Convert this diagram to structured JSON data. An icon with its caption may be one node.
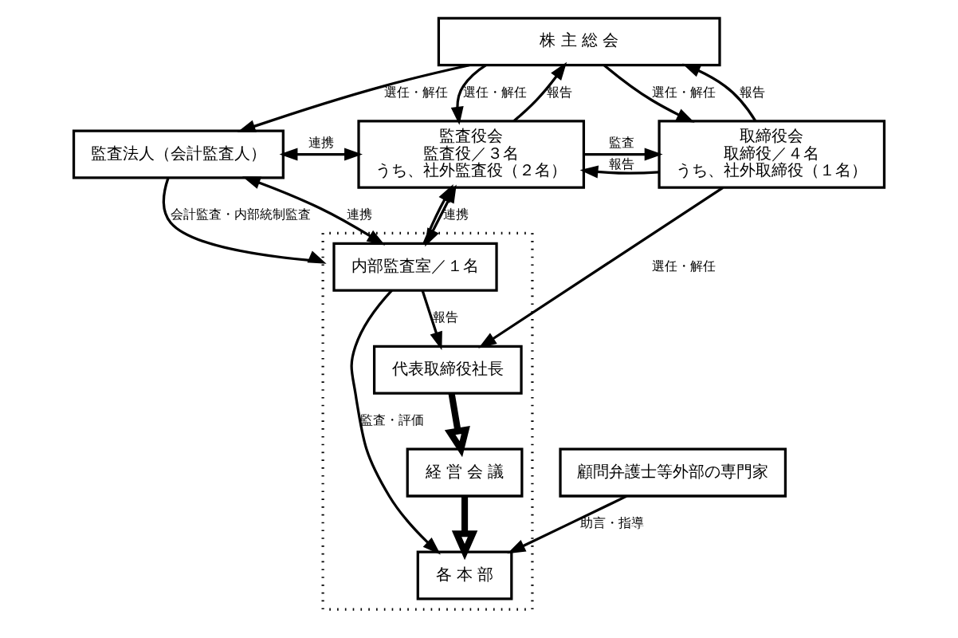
{
  "diagram": {
    "nodes": [
      {
        "text": [
          "株 主 総 会"
        ]
      },
      {
        "text": [
          "監査法人（会計監査人）"
        ]
      },
      {
        "text": [
          "監査役会",
          "監査役／３名",
          "うち、社外監査役（２名）"
        ]
      },
      {
        "text": [
          "取締役会",
          "取締役／４名",
          "うち、社外取締役（１名）"
        ]
      },
      {
        "text": [],
        "shape": "box"
      },
      {
        "text": [
          "内部監査室／１名"
        ],
        "in": 4
      },
      {
        "text": [
          "代表取締役社長"
        ],
        "in": 4
      },
      {
        "text": [
          "経 営 会 議"
        ],
        "in": 4
      },
      {
        "text": [
          "各 本 部"
        ],
        "in": 4
      },
      {
        "text": [
          "顧問弁護士等外部の専門家"
        ]
      }
    ],
    "edges": [
      {
        "from": 0,
        "to": 1,
        "arrow": "to",
        "label": "選任・解任"
      },
      {
        "from": 2,
        "to": 0,
        "arrow": "to",
        "label": "報告"
      },
      {
        "from": 0,
        "to": 2,
        "arrow": "to",
        "label": "選任・解任"
      },
      {
        "from": 3,
        "to": 0,
        "arrow": "to",
        "label": "報告"
      },
      {
        "from": 0,
        "to": 3,
        "arrow": "to",
        "label": "選任・解任"
      },
      {
        "from": 1,
        "to": 2,
        "arrow": "both",
        "label": "連携"
      },
      {
        "from": 2,
        "to": 3,
        "arrow": "to",
        "label": "監査"
      },
      {
        "from": 3,
        "to": 2,
        "arrow": "to",
        "label": "報告"
      },
      {
        "from": 2,
        "to": 5,
        "arrow": "both",
        "label": "連携"
      },
      {
        "from": 1,
        "to": 5,
        "arrow": "both",
        "label": "連携"
      },
      {
        "from": 1,
        "to": 4,
        "arrow": "to",
        "label": "会計監査・内部統制監査"
      },
      {
        "from": 3,
        "to": 6,
        "arrow": "to",
        "label": "選任・解任"
      },
      {
        "from": 5,
        "to": 6,
        "arrow": "to",
        "label": "報告"
      },
      {
        "from": 5,
        "to": 2,
        "arrow": "to"
      },
      {
        "from": 6,
        "to": 7,
        "arrow": "to",
        "style": "thick"
      },
      {
        "from": 7,
        "to": 8,
        "arrow": "to",
        "style": "thick"
      },
      {
        "from": 5,
        "to": 8,
        "arrow": "to",
        "label": "監査・評価"
      },
      {
        "from": 9,
        "to": 8,
        "arrow": "to",
        "label": "助言・指導"
      }
    ]
  }
}
